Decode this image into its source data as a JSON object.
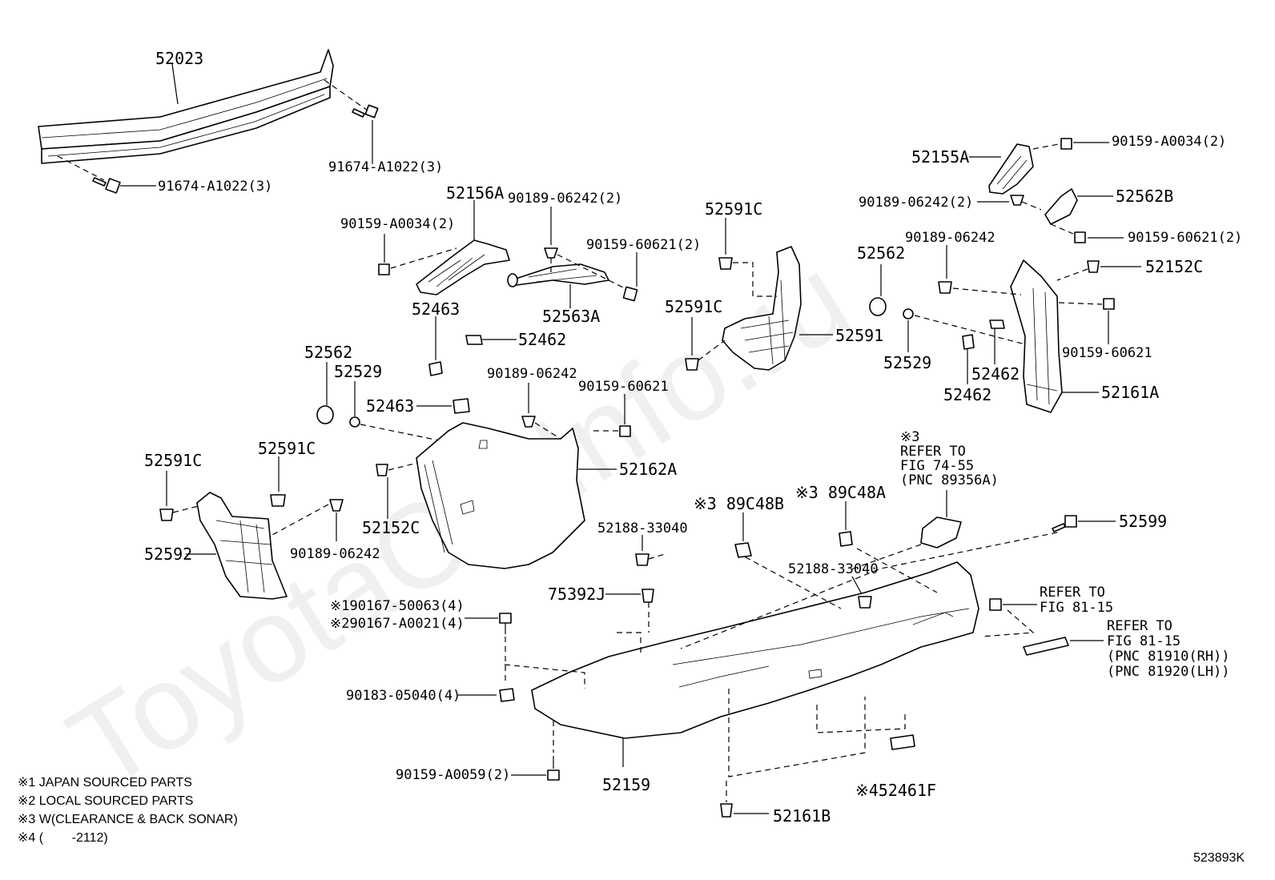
{
  "watermark": "ToyotaCarInfo.ru",
  "figure_code": "523893K",
  "footnotes": [
    "※1 JAPAN SOURCED PARTS",
    "※2 LOCAL SOURCED PARTS",
    "※3 W(CLEARANCE & BACK SONAR)",
    "※4 (        -2112)"
  ],
  "labels": {
    "p52023": "52023",
    "p91674_a": "91674-A1022(3)",
    "p91674_b": "91674-A1022(3)",
    "p52156A": "52156A",
    "p90189_06242_2a": "90189-06242(2)",
    "p90159_A0034_a": "90159-A0034(2)",
    "p90159_60621_2a": "90159-60621(2)",
    "p52563A": "52563A",
    "p52463_a": "52463",
    "p52462_a": "52462",
    "p52591C_a": "52591C",
    "p52591C_b": "52591C",
    "p52591": "52591",
    "p52562_a": "52562",
    "p52155A": "52155A",
    "p90159_A0034_b": "90159-A0034(2)",
    "p90189_06242_2b": "90189-06242(2)",
    "p52562B": "52562B",
    "p90159_60621_2b": "90159-60621(2)",
    "p90189_06242_a": "90189-06242",
    "p52152C_a": "52152C",
    "p90159_60621_a": "90159-60621",
    "p52529_a": "52529",
    "p52462_b": "52462",
    "p52462_c": "52462",
    "p52161A": "52161A",
    "p52562_b": "52562",
    "p52529_b": "52529",
    "p52463_b": "52463",
    "p90189_06242_b": "90189-06242",
    "p90159_60621_b": "90159-60621",
    "p52162A": "52162A",
    "p52152C_b": "52152C",
    "p52591C_c": "52591C",
    "p52591C_d": "52591C",
    "p52592": "52592",
    "p90189_06242_c": "90189-06242",
    "p89C48B": "※3 89C48B",
    "p89C48A": "※3 89C48A",
    "p52188_a": "52188-33040",
    "p52188_b": "52188-33040",
    "p75392J": "75392J",
    "p90167_1": "※190167-50063(4)",
    "p90167_2": "※290167-A0021(4)",
    "p90183": "90183-05040(4)",
    "p90159_A0059": "90159-A0059(2)",
    "p52159": "52159",
    "p52161B": "52161B",
    "p52461F": "※452461F",
    "p52599": "52599",
    "ref1_l1": "※3",
    "ref1_l2": "REFER TO",
    "ref1_l3": "FIG 74-55",
    "ref1_l4": "(PNC 89356A)",
    "ref2_l1": "REFER TO",
    "ref2_l2": "FIG 81-15",
    "ref3_l1": "REFER TO",
    "ref3_l2": "FIG 81-15",
    "ref3_l3": "(PNC 81910(RH))",
    "ref3_l4": "(PNC 81920(LH))"
  }
}
